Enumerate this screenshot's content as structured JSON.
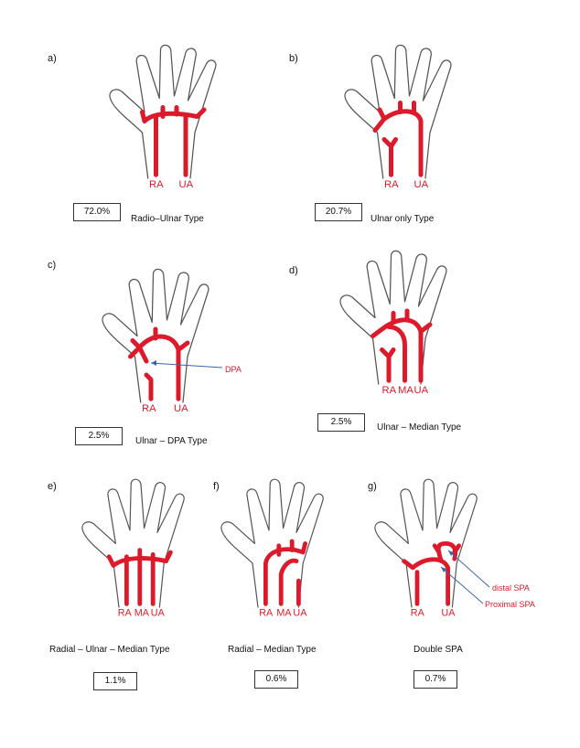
{
  "panels": {
    "a": {
      "letter": "a)",
      "percent": "72.0%",
      "type": "Radio–Ulnar Type",
      "labels": [
        "RA",
        "UA"
      ]
    },
    "b": {
      "letter": "b)",
      "percent": "20.7%",
      "type": "Ulnar only Type",
      "labels": [
        "RA",
        "UA"
      ]
    },
    "c": {
      "letter": "c)",
      "percent": "2.5%",
      "type": "Ulnar – DPA Type",
      "labels": [
        "RA",
        "UA"
      ],
      "annotation": "DPA"
    },
    "d": {
      "letter": "d)",
      "percent": "2.5%",
      "type": "Ulnar – Median Type",
      "labels": [
        "RA",
        "MA",
        "UA"
      ]
    },
    "e": {
      "letter": "e)",
      "percent": "1.1%",
      "type": "Radial – Ulnar – Median Type",
      "labels": [
        "RA",
        "MA",
        "UA"
      ]
    },
    "f": {
      "letter": "f)",
      "percent": "0.6%",
      "type": "Radial – Median Type",
      "labels": [
        "RA",
        "MA",
        "UA"
      ]
    },
    "g": {
      "letter": "g)",
      "percent": "0.7%",
      "type": "Double SPA",
      "labels": [
        "RA",
        "UA"
      ],
      "annotations": [
        "distal SPA",
        "Proximal SPA"
      ]
    }
  },
  "colors": {
    "artery": "#dd1a2b",
    "arrow": "#3e63a6",
    "outline": "#555555"
  }
}
